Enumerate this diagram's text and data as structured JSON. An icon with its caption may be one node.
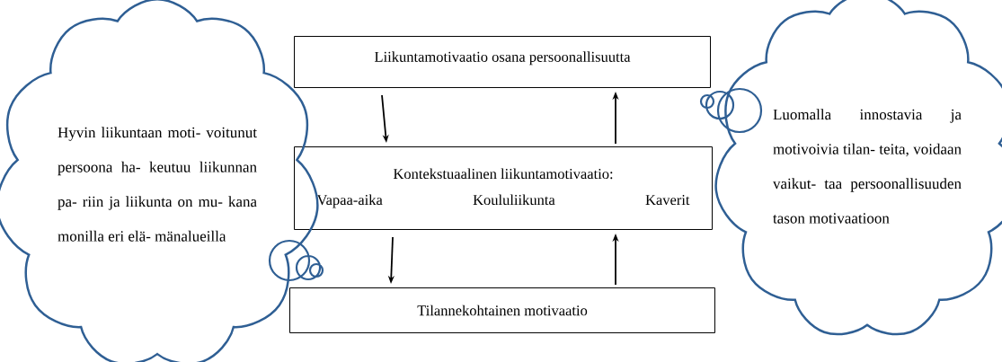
{
  "diagram": {
    "nodes": [
      {
        "text": [
          "Liikuntamotivaatio osana persoonallisuutta"
        ]
      },
      {
        "text": [
          "Kontekstuaalinen liikuntamotivaatio:",
          "Vapaa-aika",
          "Koululiikunta",
          "Kaverit"
        ]
      },
      {
        "text": [
          "Tilannekohtainen motivaatio"
        ]
      },
      {
        "text": [
          "Hyvin liikuntaan moti- voitunut persoona ha- keutuu liikunnan pa- riin ja liikunta on mu- kana monilla eri elä- mänalueilla"
        ]
      },
      {
        "text": [
          "Luomalla innostavia ja motivoivia tilan- teita, voidaan vaikut- taa persoonallisuuden tason motivaatioon"
        ]
      }
    ],
    "edges": [
      {
        "from": 0,
        "to": 1,
        "arrow": "to"
      },
      {
        "from": 1,
        "to": 0,
        "arrow": "to"
      },
      {
        "from": 1,
        "to": 2,
        "arrow": "to"
      },
      {
        "from": 2,
        "to": 1,
        "arrow": "to"
      }
    ]
  }
}
